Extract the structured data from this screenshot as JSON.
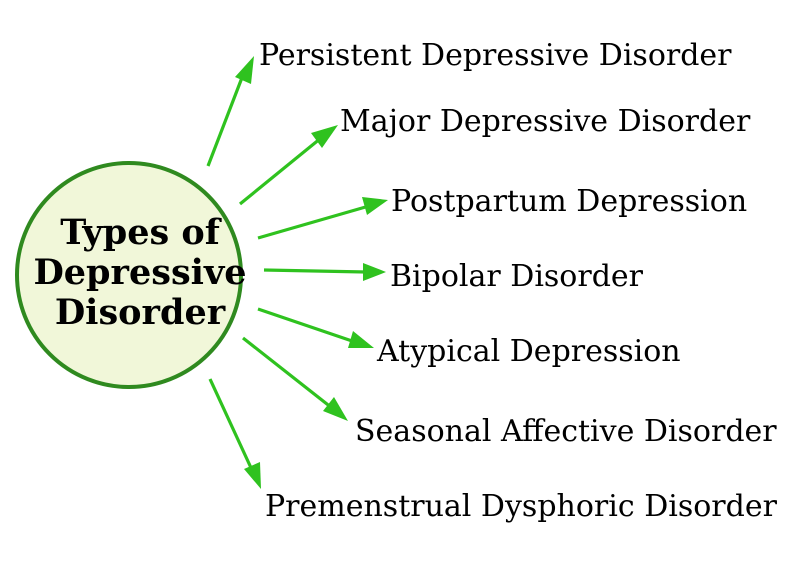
{
  "hub": {
    "lines": [
      "Types of",
      "Depressive",
      "Disorder"
    ],
    "circle_fill": "#f1f7d9",
    "circle_stroke": "#2f8a1f"
  },
  "arrow_color": "#2fc21f",
  "items": [
    "Persistent Depressive Disorder",
    "Major Depressive Disorder",
    "Postpartum Depression",
    "Bipolar Disorder",
    "Atypical Depression",
    "Seasonal Affective Disorder",
    "Premenstrual Dysphoric Disorder"
  ]
}
